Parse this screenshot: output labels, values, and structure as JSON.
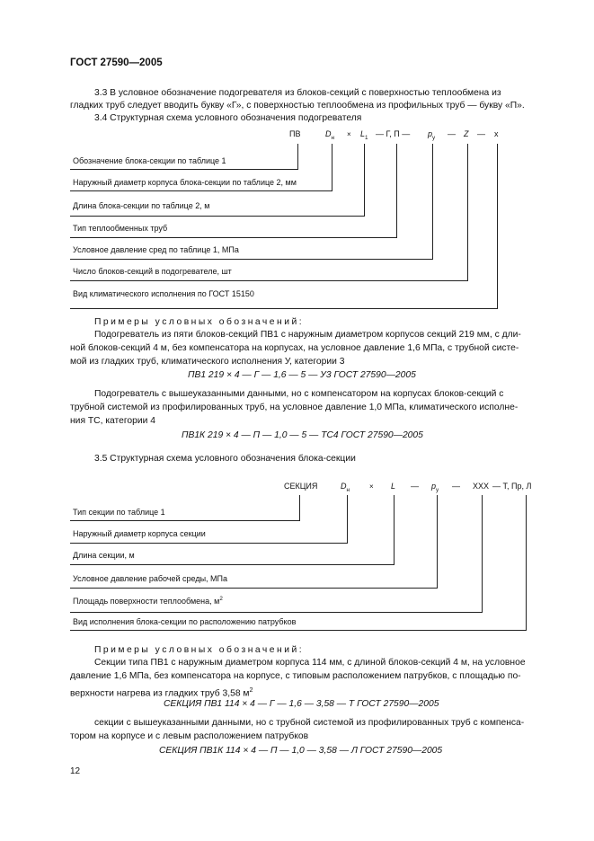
{
  "header": "ГОСТ 27590—2005",
  "p_3_3_a": "3.3 В условное обозначение подогревателя из блоков-секций с поверхностью теплообмена из",
  "p_3_3_b": "гладких труб следует вводить букву «Г», с поверхностью теплообмена из профильных труб — букву «П».",
  "p_3_4": "3.4  Структурная схема условного обозначения подогревателя",
  "scheme1": {
    "codes": [
      "ПВ",
      "D",
      "н",
      "×",
      "L",
      "1",
      "— Г, П —",
      "p",
      "у",
      "—",
      "Z",
      "—",
      "x"
    ],
    "labels": [
      "Обозначение блока-секции по таблице 1",
      "Наружный диаметр корпуса блока-секции по таблице 2, мм",
      "Длина блока-секции по таблице 2, м",
      "Тип теплообменных труб",
      "Условное давление сред по таблице 1, МПа",
      "Число блоков-секций в подогревателе, шт",
      "Вид климатического исполнения по ГОСТ 15150"
    ]
  },
  "examples_title": "Примеры условных обозначений:",
  "ex1_lines": [
    "Подогреватель из пяти блоков-секций ПВ1 с наружным диаметром корпусов секций 219 мм, с дли-",
    "ной блоков-секций 4 м, без компенсатора на корпусах, на условное давление 1,6 МПа, с трубной систе-",
    "мой из гладких труб, климатического исполнения У, категории 3"
  ],
  "formula1": "ПВ1 219 × 4 — Г — 1,6 — 5 — У3 ГОСТ 27590—2005",
  "ex2_lines": [
    "Подогреватель с вышеуказанными данными, но с компенсатором на корпусах блоков-секций с",
    "трубной системой из профилированных труб, на условное давление 1,0 МПа, климатического исполне-",
    "ния ТС, категории 4"
  ],
  "formula2": "ПВ1К 219 × 4 — П — 1,0 — 5 — ТС4 ГОСТ 27590—2005",
  "p_3_5": "3.5  Структурная схема условного обозначения блока-секции",
  "scheme2": {
    "codes": [
      "СЕКЦИЯ",
      "D",
      "н",
      "×",
      "L",
      "—",
      "p",
      "у",
      "—",
      "XXX",
      "— Т, Пр, Л"
    ],
    "labels": [
      "Тип секции по таблице 1",
      "Наружный диаметр корпуса секции",
      "Длина секции, м",
      "Условное давление рабочей среды, МПа",
      "Площадь поверхности теплообмена, м",
      "2",
      "Вид исполнения блока-секции по расположению патрубков"
    ]
  },
  "examples_title2": "Примеры условных обозначений:",
  "ex3_lines": [
    "Секции типа ПВ1 с наружным диаметром корпуса 114 мм, с длиной блоков-секций 4 м, на условное",
    "давление 1,6 МПа, без компенсатора на корпусе, с типовым расположением патрубков, с площадью по-",
    "верхности нагрева из гладких труб 3,58 м",
    "2"
  ],
  "formula3": "СЕКЦИЯ ПВ1 114 × 4 — Г — 1,6 — 3,58 — Т ГОСТ 27590—2005",
  "ex4_lines": [
    "секции с вышеуказанными данными, но с трубной системой из профилированных труб с компенса-",
    "тором на корпусе и с левым расположением патрубков"
  ],
  "formula4": "СЕКЦИЯ ПВ1К 114 × 4 — П — 1,0 — 3,58 — Л ГОСТ 27590—2005",
  "page_number": "12"
}
